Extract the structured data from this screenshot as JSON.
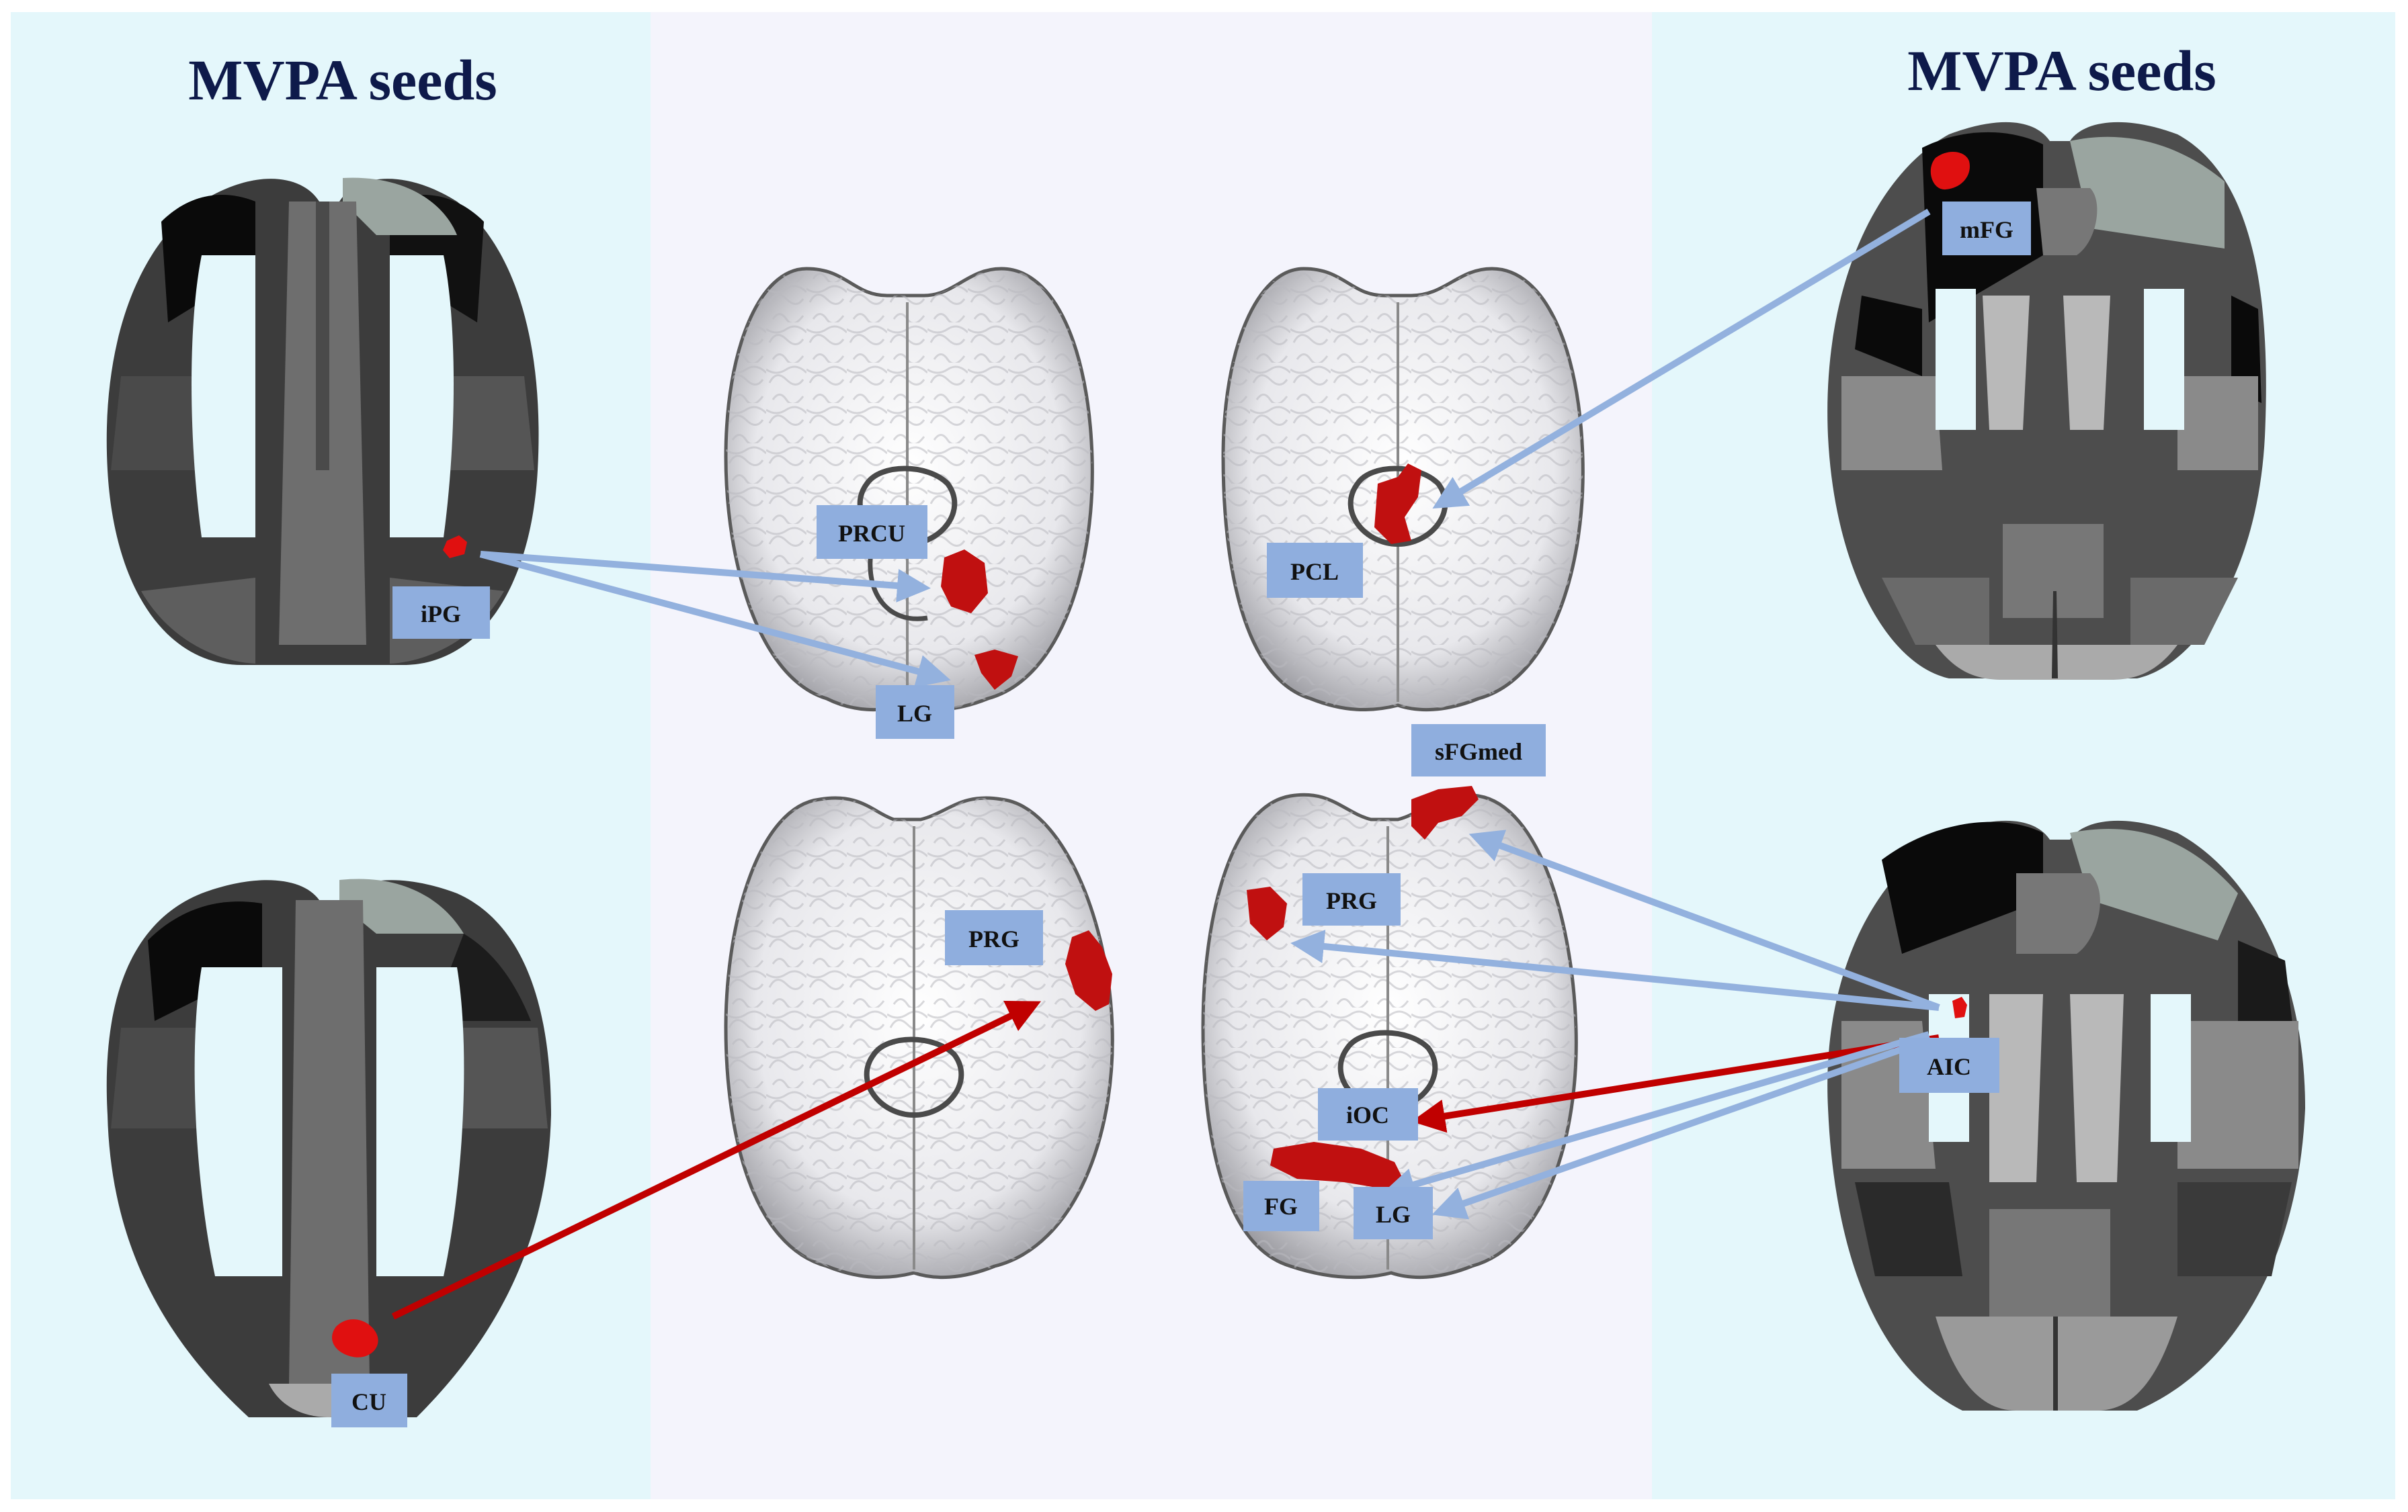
{
  "titles": {
    "left": "MVPA seeds",
    "right": "MVPA seeds"
  },
  "colors": {
    "side_panel_bg": "#e4f7fb",
    "center_panel_bg": "#f4f4fc",
    "label_box": "#8faede",
    "positive_connection": "#93b1de",
    "negative_connection": "#c00000",
    "roi": "#e01010"
  },
  "seed_labels": {
    "ipg": "iPG",
    "cu": "CU",
    "mfg": "mFG",
    "aic": "AIC"
  },
  "target_labels": {
    "prcu": "PRCU",
    "lg_top": "LG",
    "pcl": "PCL",
    "prg_left": "PRG",
    "sfgmed": "sFGmed",
    "prg_right": "PRG",
    "ioc": "iOC",
    "fg": "FG",
    "lg_bottom": "LG"
  },
  "connections": [
    {
      "from": "iPG",
      "to": "PRCU",
      "sign": "positive"
    },
    {
      "from": "iPG",
      "to": "LG",
      "sign": "positive"
    },
    {
      "from": "CU",
      "to": "PRG",
      "sign": "negative"
    },
    {
      "from": "mFG",
      "to": "PCL",
      "sign": "positive"
    },
    {
      "from": "AIC",
      "to": "sFGmed",
      "sign": "positive"
    },
    {
      "from": "AIC",
      "to": "PRG",
      "sign": "positive"
    },
    {
      "from": "AIC",
      "to": "iOC",
      "sign": "negative"
    },
    {
      "from": "AIC",
      "to": "FG",
      "sign": "positive"
    },
    {
      "from": "AIC",
      "to": "LG",
      "sign": "positive"
    }
  ]
}
